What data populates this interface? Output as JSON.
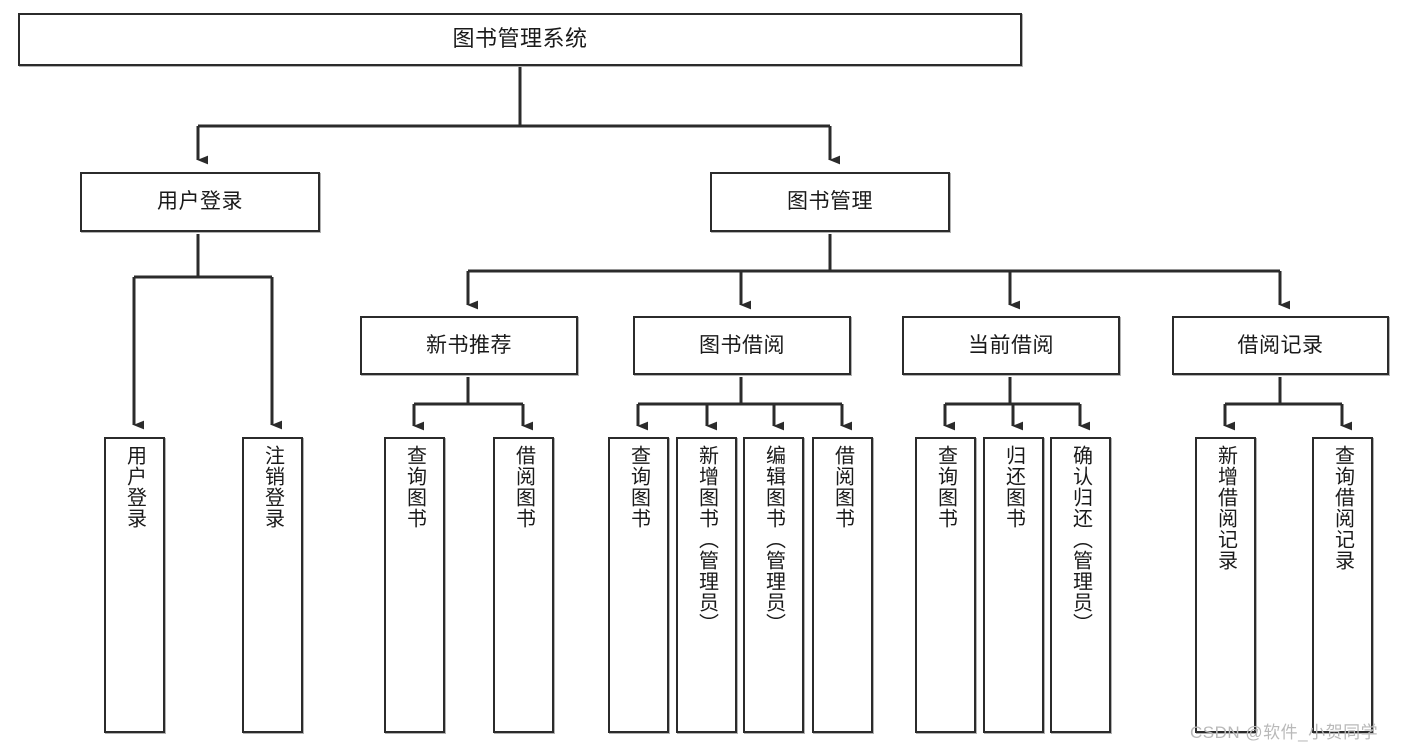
{
  "diagram": {
    "type": "tree-hierarchy-chart",
    "title": "图书管理系统",
    "background_color": "#ffffff",
    "line_color": "#2b2b2b",
    "box_fill": "#ffffff"
  },
  "nodes": {
    "root": {
      "label": "图书管理系统"
    },
    "level1": [
      {
        "label": "用户登录"
      },
      {
        "label": "图书管理"
      }
    ],
    "level2": [
      {
        "label": "新书推荐"
      },
      {
        "label": "图书借阅"
      },
      {
        "label": "当前借阅"
      },
      {
        "label": "借阅记录"
      }
    ],
    "leaves_user_login": [
      {
        "label": "用户登录"
      },
      {
        "label": "注销登录"
      }
    ],
    "leaves_new_book": [
      {
        "label": "查询图书"
      },
      {
        "label": "借阅图书"
      }
    ],
    "leaves_borrow": [
      {
        "label": "查询图书"
      },
      {
        "label": "新增图书（管理员）"
      },
      {
        "label": "编辑图书（管理员）"
      },
      {
        "label": "借阅图书"
      }
    ],
    "leaves_current": [
      {
        "label": "查询图书"
      },
      {
        "label": "归还图书"
      },
      {
        "label": "确认归还（管理员）"
      }
    ],
    "leaves_records": [
      {
        "label": "新增借阅记录"
      },
      {
        "label": "查询借阅记录"
      }
    ]
  },
  "watermark": {
    "text": "CSDN @软件_小贺同学"
  }
}
